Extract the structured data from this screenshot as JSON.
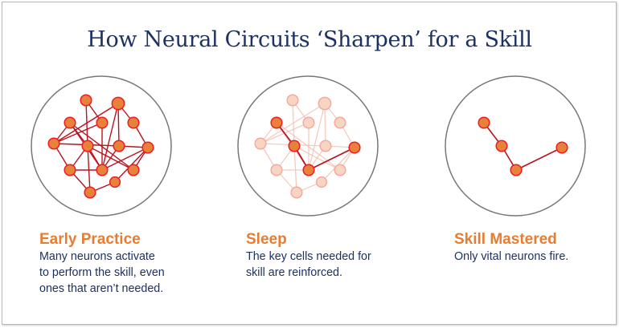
{
  "title": "How Neural Circuits ‘Sharpen’ for a Skill",
  "colors": {
    "title": "#1d3163",
    "heading": "#e67d32",
    "body": "#1d3163",
    "node_fill": "#e8813a",
    "node_stroke": "#ee1c25",
    "edge": "#b8131f",
    "faded_node": "#f8d5c3",
    "faded_edge": "#f0c0b0",
    "circle": "#777777"
  },
  "panels": [
    {
      "heading": "Early Practice",
      "lines": [
        "Many neurons activate",
        "to perform the skill, even",
        "ones that aren’t needed."
      ]
    },
    {
      "heading": "Sleep",
      "lines": [
        "The key cells needed for",
        "skill are reinforced."
      ]
    },
    {
      "heading": "Skill Mastered",
      "lines": [
        "Only vital neurons fire."
      ]
    }
  ]
}
